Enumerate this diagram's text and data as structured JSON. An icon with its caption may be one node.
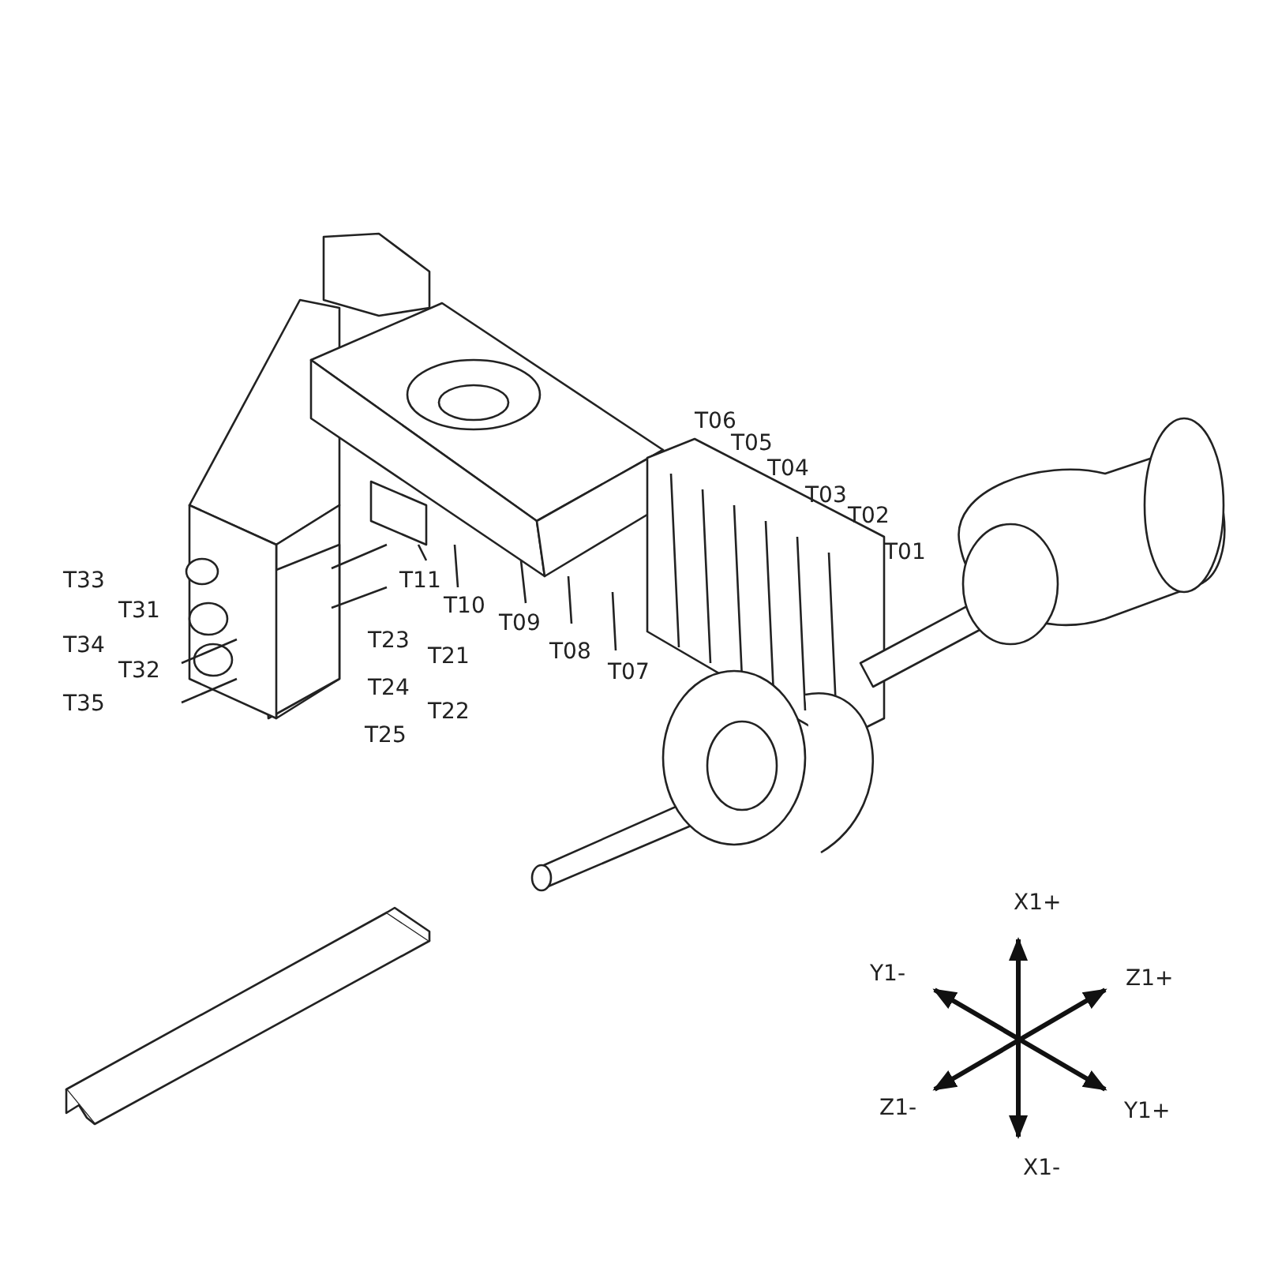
{
  "diagram": {
    "labels": [
      "T06",
      "T05",
      "T04",
      "T03",
      "T02",
      "T01",
      "T33",
      "T11",
      "T31",
      "T10",
      "T09",
      "T34",
      "T23",
      "T08",
      "T32",
      "T21",
      "T07",
      "T24",
      "T35",
      "T22",
      "T25",
      "X1+",
      "Y1-",
      "Z1+",
      "Z1-",
      "Y1+",
      "X1-"
    ]
  }
}
